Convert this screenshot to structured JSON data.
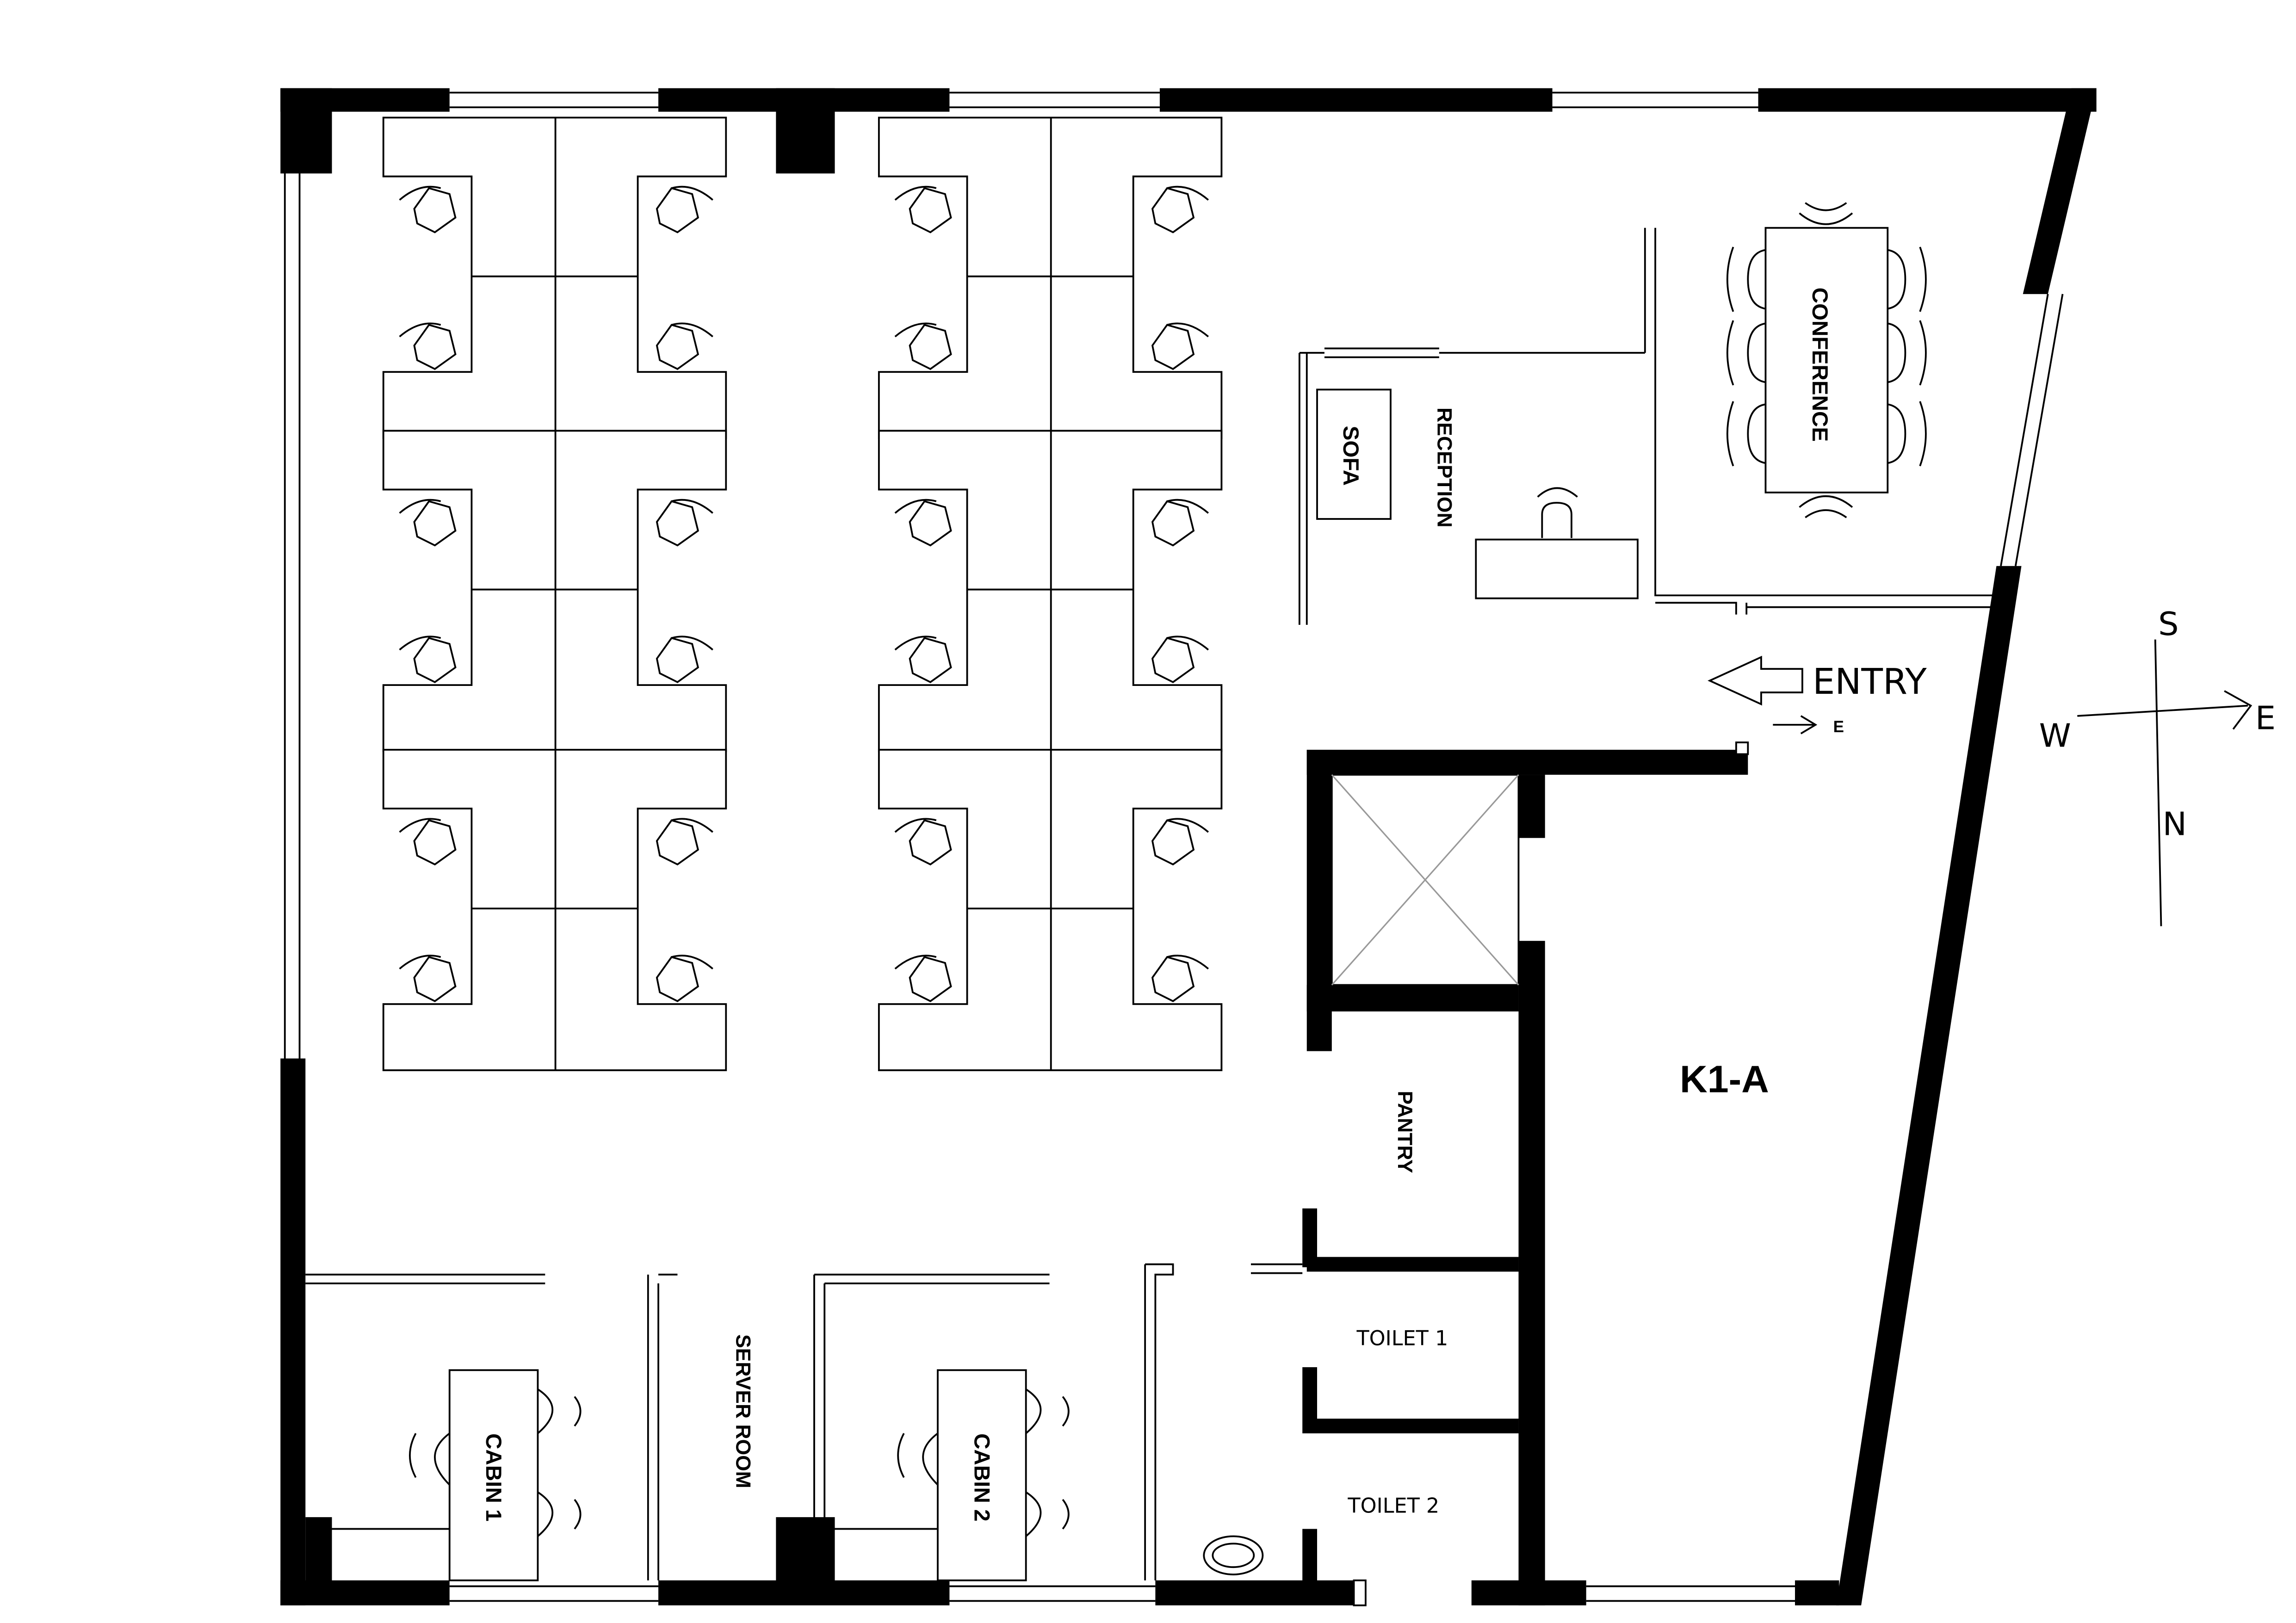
{
  "rooms": {
    "conference": "CONFERENCE",
    "reception": "RECEPTION",
    "sofa": "SOFA",
    "pantry": "PANTRY",
    "server_room": "SERVER ROOM",
    "cabin1": "CABIN 1",
    "cabin2": "CABIN 2",
    "toilet1": "TOILET 1",
    "toilet2": "TOILET 2",
    "unit": "K1-A"
  },
  "entry": {
    "label": "ENTRY",
    "door_label": "E"
  },
  "compass": {
    "north": "N",
    "south": "S",
    "east": "E",
    "west": "W"
  },
  "colors": {
    "wall": "#000000",
    "background": "#ffffff"
  }
}
